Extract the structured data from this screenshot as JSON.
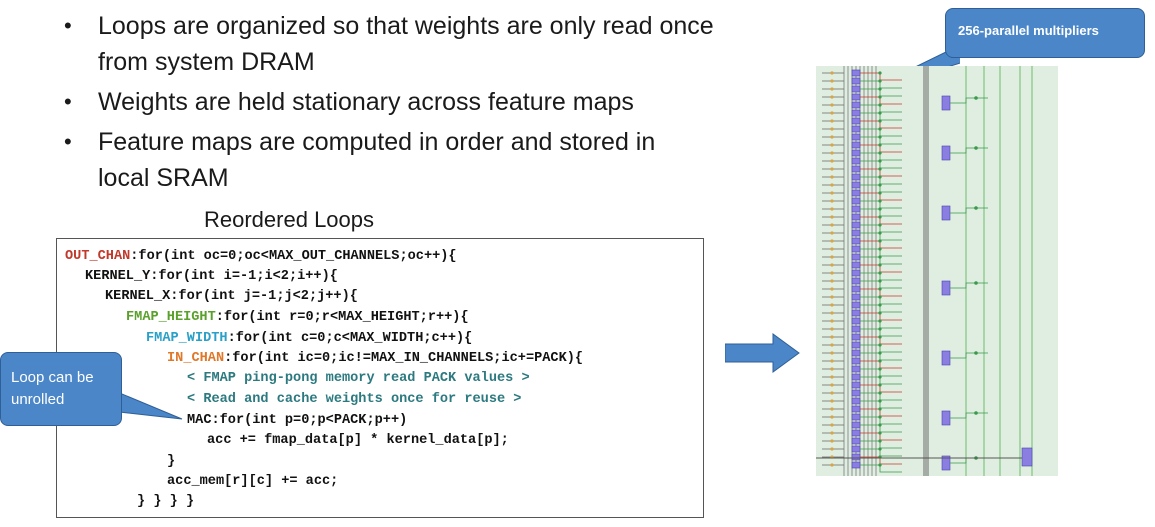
{
  "bullets": [
    {
      "line1": "Loops are organized so that weights are only read once",
      "line2": "from system DRAM"
    },
    {
      "line1": "Weights are held stationary across feature maps",
      "line2": ""
    },
    {
      "line1": "Feature maps are computed in order and stored in",
      "line2": "local SRAM"
    }
  ],
  "code_title": "Reordered Loops",
  "code": {
    "l1_label": "OUT_CHAN",
    "l1_rest": ":for(int oc=0;oc<MAX_OUT_CHANNELS;oc++){",
    "l2_label": "KERNEL_Y",
    "l2_rest": ":for(int i=-1;i<2;i++){",
    "l3_label": "KERNEL_X",
    "l3_rest": ":for(int j=-1;j<2;j++){",
    "l4_label": "FMAP_HEIGHT",
    "l4_rest": ":for(int r=0;r<MAX_HEIGHT;r++){",
    "l5_label": "FMAP_WIDTH",
    "l5_rest": ":for(int c=0;c<MAX_WIDTH;c++){",
    "l6_label": "IN_CHAN",
    "l6_rest": ":for(int ic=0;ic!=MAX_IN_CHANNELS;ic+=PACK){",
    "l7": "< FMAP ping-pong memory read PACK values >",
    "l8": "< Read and cache weights once for reuse >",
    "l9": "MAC:for(int p=0;p<PACK;p++)",
    "l10": "acc += fmap_data[p] * kernel_data[p];",
    "l11": "}",
    "l12": "acc_mem[r][c] += acc;",
    "l13": "} } } }"
  },
  "callouts": {
    "left_line1": "Loop can be",
    "left_line2": "unrolled",
    "right": "256-parallel multipliers"
  },
  "colors": {
    "callout_blue": "#4a86c8",
    "label_red": "#c0392b",
    "label_green": "#5aa02c",
    "label_cyan": "#2aa0c8",
    "label_orange": "#e0782a",
    "comment_teal": "#2c7a80"
  }
}
